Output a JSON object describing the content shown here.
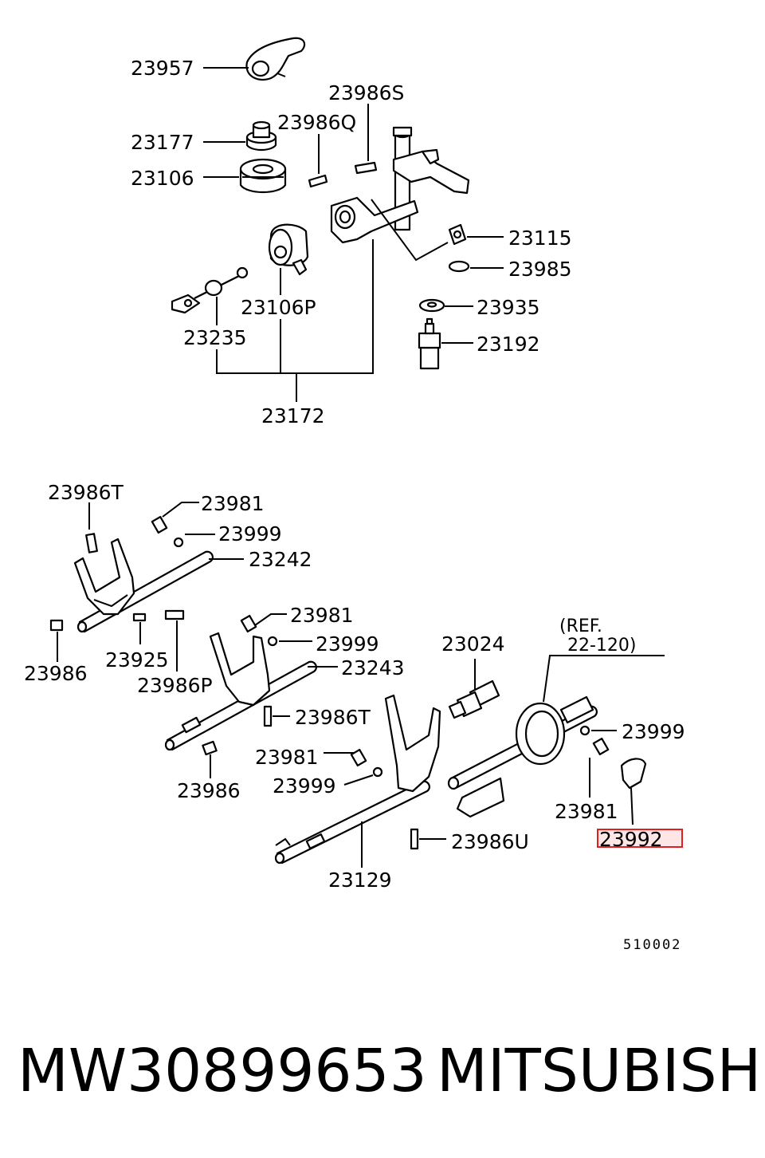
{
  "labels": {
    "l23957": "23957",
    "l23986S": "23986S",
    "l23986Q": "23986Q",
    "l23177": "23177",
    "l23106": "23106",
    "l23115": "23115",
    "l23985": "23985",
    "l23935": "23935",
    "l23192": "23192",
    "l23106P": "23106P",
    "l23235": "23235",
    "l23172": "23172",
    "l23986T_a": "23986T",
    "l23981_a": "23981",
    "l23999_a": "23999",
    "l23242": "23242",
    "l23986_a": "23986",
    "l23925": "23925",
    "l23986P": "23986P",
    "l23981_b": "23981",
    "l23999_b": "23999",
    "l23243": "23243",
    "l23986T_b": "23986T",
    "l23986_b": "23986",
    "l23024": "23024",
    "ref1": "(REF.",
    "ref2": "22-120)",
    "l23999_c": "23999",
    "l23981_c": "23981",
    "l23999_d": "23999",
    "l23981_d": "23981",
    "l23986U": "23986U",
    "l23129": "23129",
    "l23992": "23992",
    "diagram_code": "510002"
  },
  "highlight": {
    "part": "23992",
    "color": "#e02020"
  },
  "footer": {
    "part_number": "MW30899653",
    "brand": "MITSUBISHI"
  }
}
